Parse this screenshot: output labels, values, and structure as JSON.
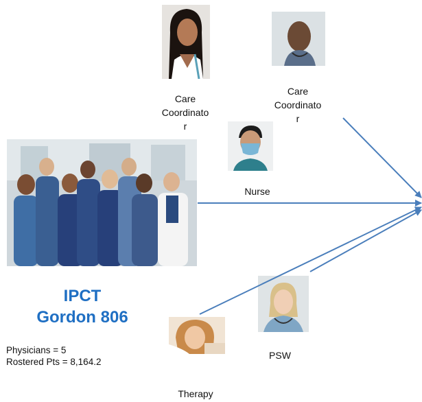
{
  "members": {
    "care_coordinator_1": {
      "label_lines": [
        "Care",
        "Coordinato",
        "r"
      ],
      "photo": "woman-portrait-photo"
    },
    "care_coordinator_2": {
      "label_lines": [
        "Care",
        "Coordinato",
        "r"
      ],
      "photo": "man-portrait-photo"
    },
    "nurse": {
      "label": "Nurse",
      "photo": "masked-nurse-photo"
    },
    "psw": {
      "label": "PSW",
      "photo": "blonde-caregiver-photo"
    },
    "therapy": {
      "label": "Therapy",
      "photo": "therapist-photo"
    }
  },
  "team": {
    "photo": "healthcare-team-group-photo",
    "name_line1": "IPCT",
    "name_line2": "Gordon 806",
    "physicians": "Physicians = 5",
    "rostered": "Rostered Pts = 8,164.2"
  },
  "colors": {
    "arrow": "#4a7ebb",
    "team_name": "#1f6fc3"
  }
}
